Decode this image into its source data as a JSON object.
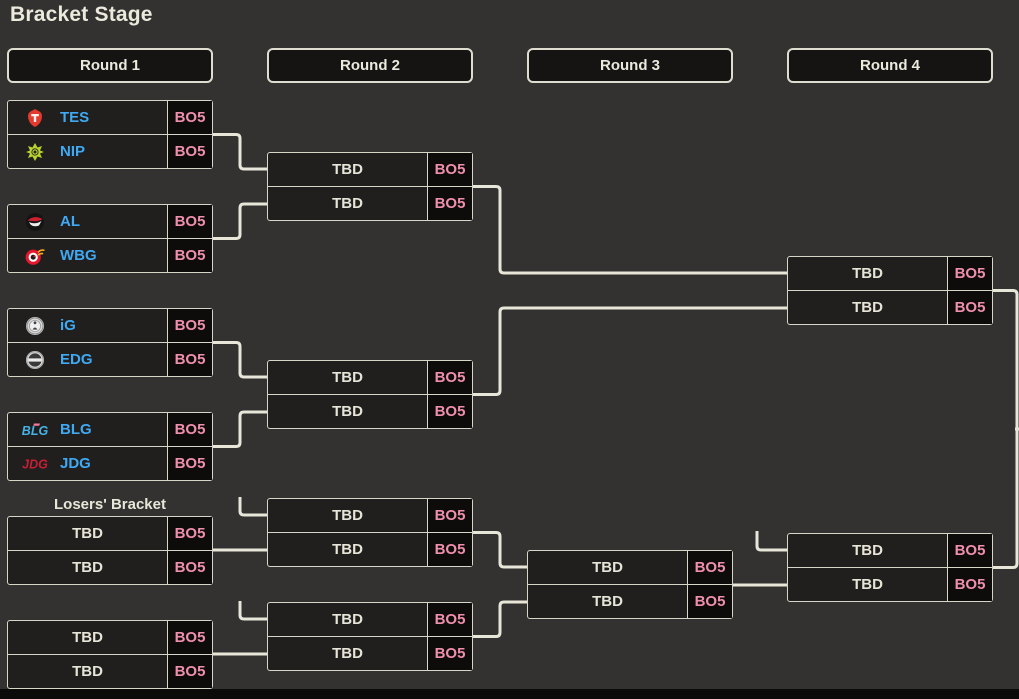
{
  "title": "Bracket Stage",
  "losers_bracket_label": "Losers' Bracket",
  "rounds": [
    {
      "label": "Round 1"
    },
    {
      "label": "Round 2"
    },
    {
      "label": "Round 3"
    },
    {
      "label": "Round 4"
    }
  ],
  "matches": [
    {
      "id": "ub-r1-m1",
      "teams": [
        {
          "name": "TES",
          "icon": "tes-logo",
          "format": "BO5"
        },
        {
          "name": "NIP",
          "icon": "nip-logo",
          "format": "BO5"
        }
      ]
    },
    {
      "id": "ub-r1-m2",
      "teams": [
        {
          "name": "AL",
          "icon": "al-logo",
          "format": "BO5"
        },
        {
          "name": "WBG",
          "icon": "wbg-logo",
          "format": "BO5"
        }
      ]
    },
    {
      "id": "ub-r1-m3",
      "teams": [
        {
          "name": "iG",
          "icon": "ig-logo",
          "format": "BO5"
        },
        {
          "name": "EDG",
          "icon": "edg-logo",
          "format": "BO5"
        }
      ]
    },
    {
      "id": "ub-r1-m4",
      "teams": [
        {
          "name": "BLG",
          "icon": "blg-logo",
          "format": "BO5"
        },
        {
          "name": "JDG",
          "icon": "jdg-logo",
          "format": "BO5"
        }
      ]
    },
    {
      "id": "lb-r1-m1",
      "teams": [
        {
          "name": "TBD",
          "icon": null,
          "format": "BO5"
        },
        {
          "name": "TBD",
          "icon": null,
          "format": "BO5"
        }
      ]
    },
    {
      "id": "lb-r1-m2",
      "teams": [
        {
          "name": "TBD",
          "icon": null,
          "format": "BO5"
        },
        {
          "name": "TBD",
          "icon": null,
          "format": "BO5"
        }
      ]
    },
    {
      "id": "ub-r2-m1",
      "teams": [
        {
          "name": "TBD",
          "icon": null,
          "format": "BO5"
        },
        {
          "name": "TBD",
          "icon": null,
          "format": "BO5"
        }
      ]
    },
    {
      "id": "ub-r2-m2",
      "teams": [
        {
          "name": "TBD",
          "icon": null,
          "format": "BO5"
        },
        {
          "name": "TBD",
          "icon": null,
          "format": "BO5"
        }
      ]
    },
    {
      "id": "lb-r2-m1",
      "teams": [
        {
          "name": "TBD",
          "icon": null,
          "format": "BO5"
        },
        {
          "name": "TBD",
          "icon": null,
          "format": "BO5"
        }
      ]
    },
    {
      "id": "lb-r2-m2",
      "teams": [
        {
          "name": "TBD",
          "icon": null,
          "format": "BO5"
        },
        {
          "name": "TBD",
          "icon": null,
          "format": "BO5"
        }
      ]
    },
    {
      "id": "lb-r3-m1",
      "teams": [
        {
          "name": "TBD",
          "icon": null,
          "format": "BO5"
        },
        {
          "name": "TBD",
          "icon": null,
          "format": "BO5"
        }
      ]
    },
    {
      "id": "ub-r4-m1",
      "teams": [
        {
          "name": "TBD",
          "icon": null,
          "format": "BO5"
        },
        {
          "name": "TBD",
          "icon": null,
          "format": "BO5"
        }
      ]
    },
    {
      "id": "lb-r4-m1",
      "teams": [
        {
          "name": "TBD",
          "icon": null,
          "format": "BO5"
        },
        {
          "name": "TBD",
          "icon": null,
          "format": "BO5"
        }
      ]
    }
  ],
  "colors": {
    "background": "#343231",
    "box_background": "#201f1d",
    "badge_background": "#0d0c0b",
    "header_background": "#151413",
    "border": "#d8d5c9",
    "connector": "#e8e5d9",
    "team_name": "#3fa9f4",
    "badge_text": "#f08fac",
    "text": "#e9e6da"
  }
}
